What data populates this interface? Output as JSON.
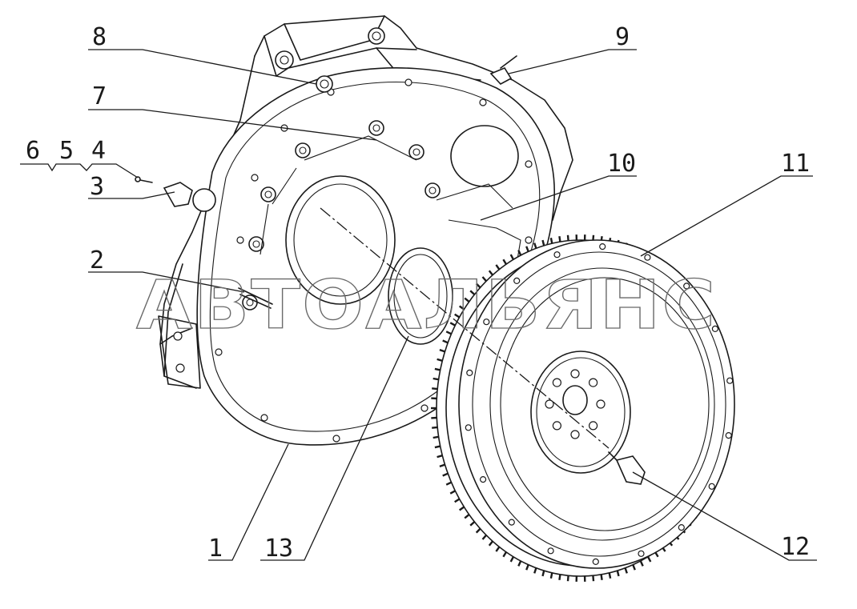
{
  "watermark": "АВТОАЛЬЯНС",
  "callouts": [
    {
      "id": "c1",
      "label": "1"
    },
    {
      "id": "c2",
      "label": "2"
    },
    {
      "id": "c3",
      "label": "3"
    },
    {
      "id": "c4",
      "label": "4"
    },
    {
      "id": "c5",
      "label": "5"
    },
    {
      "id": "c6",
      "label": "6"
    },
    {
      "id": "c7",
      "label": "7"
    },
    {
      "id": "c8",
      "label": "8"
    },
    {
      "id": "c9",
      "label": "9"
    },
    {
      "id": "c10",
      "label": "10"
    },
    {
      "id": "c11",
      "label": "11"
    },
    {
      "id": "c12",
      "label": "12"
    },
    {
      "id": "c13",
      "label": "13"
    }
  ]
}
